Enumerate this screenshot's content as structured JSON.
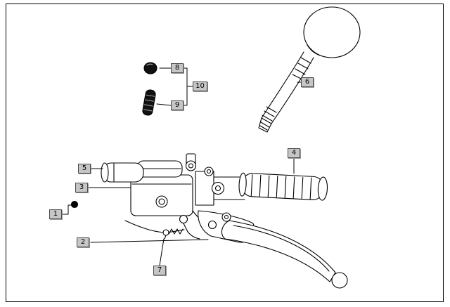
{
  "diagram": {
    "background_color": "#ffffff",
    "line_color": "#000000",
    "dark_part_color": "#111111",
    "callout_bg_color": "#c6c6c6",
    "callouts": {
      "c1": "1",
      "c2": "2",
      "c3": "3",
      "c4": "4",
      "c5": "5",
      "c6": "6",
      "c7": "7",
      "c8": "8",
      "c9": "9",
      "c10": "10"
    }
  }
}
